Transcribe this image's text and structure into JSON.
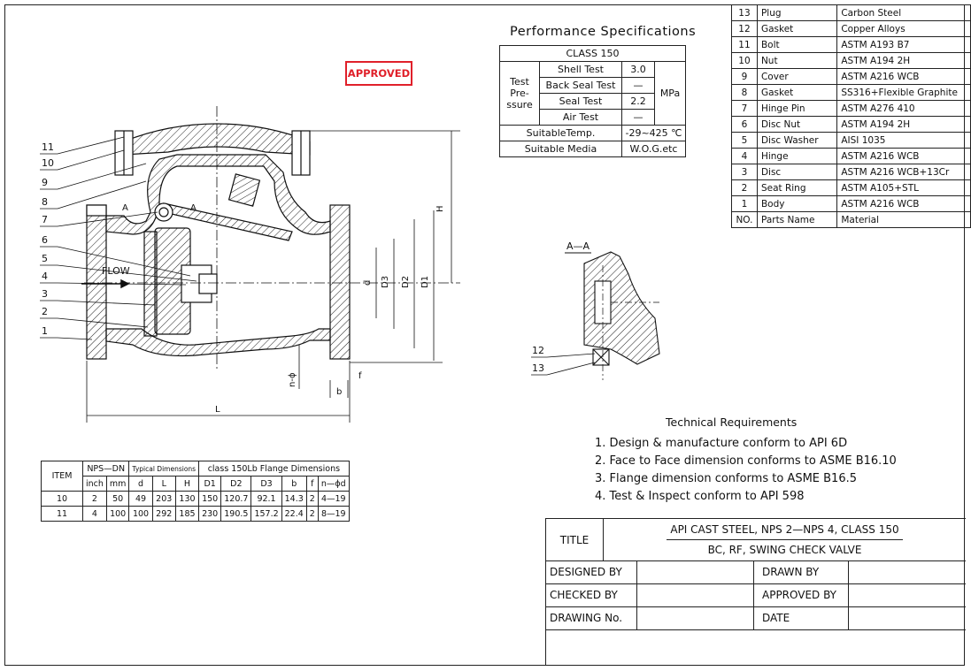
{
  "stamp": "APPROVED",
  "performance": {
    "title": "Performance Specifications",
    "class_label": "CLASS 150",
    "test_pressure_label": "Test Pre-ssure",
    "unit": "MPa",
    "tests": [
      {
        "name": "Shell Test",
        "value": "3.0"
      },
      {
        "name": "Back Seal Test",
        "value": "—"
      },
      {
        "name": "Seal Test",
        "value": "2.2"
      },
      {
        "name": "Air Test",
        "value": "—"
      }
    ],
    "suitable_temp_label": "SuitableTemp.",
    "suitable_temp_value": "-29~425 ℃",
    "suitable_media_label": "Suitable Media",
    "suitable_media_value": "W.O.G.etc"
  },
  "parts": {
    "rows": [
      {
        "no": "13",
        "name": "Plug",
        "material": "Carbon Steel"
      },
      {
        "no": "12",
        "name": "Gasket",
        "material": "Copper Alloys"
      },
      {
        "no": "11",
        "name": "Bolt",
        "material": "ASTM A193 B7"
      },
      {
        "no": "10",
        "name": "Nut",
        "material": "ASTM A194 2H"
      },
      {
        "no": "9",
        "name": "Cover",
        "material": "ASTM A216 WCB"
      },
      {
        "no": "8",
        "name": "Gasket",
        "material": "SS316+Flexible Graphite"
      },
      {
        "no": "7",
        "name": "Hinge Pin",
        "material": "ASTM A276 410"
      },
      {
        "no": "6",
        "name": "Disc Nut",
        "material": "ASTM A194 2H"
      },
      {
        "no": "5",
        "name": "Disc Washer",
        "material": "AISI 1035"
      },
      {
        "no": "4",
        "name": "Hinge",
        "material": "ASTM A216 WCB"
      },
      {
        "no": "3",
        "name": "Disc",
        "material": "ASTM A216 WCB+13Cr"
      },
      {
        "no": "2",
        "name": "Seat Ring",
        "material": "ASTM A105+STL"
      },
      {
        "no": "1",
        "name": "Body",
        "material": "ASTM A216 WCB"
      }
    ],
    "header": {
      "no": "NO.",
      "name": "Parts Name",
      "material": "Material"
    }
  },
  "drawing": {
    "flow_label": "FLOW",
    "section_label": "A",
    "section_view_label": "A—A",
    "balloons_main": [
      "11",
      "10",
      "9",
      "8",
      "7",
      "6",
      "5",
      "4",
      "3",
      "2",
      "1"
    ],
    "balloons_section": [
      "12",
      "13"
    ],
    "dim_labels": {
      "H": "H",
      "D1": "D1",
      "D2": "D2",
      "D3": "D3",
      "d": "d",
      "L": "L",
      "b": "b",
      "f": "f",
      "n_phi_d": "n-ϕ"
    }
  },
  "dimensions": {
    "headers": {
      "item": "ITEM",
      "nps_dn": "NPS—DN",
      "typical": "Typical Dimensions",
      "flange": "class 150Lb Flange Dimensions",
      "cols": [
        "inch",
        "mm",
        "d",
        "L",
        "H",
        "D1",
        "D2",
        "D3",
        "b",
        "f",
        "n—ϕd"
      ]
    },
    "rows": [
      {
        "item": "10",
        "cells": [
          "2",
          "50",
          "49",
          "203",
          "130",
          "150",
          "120.7",
          "92.1",
          "14.3",
          "2",
          "4—19"
        ]
      },
      {
        "item": "11",
        "cells": [
          "4",
          "100",
          "100",
          "292",
          "185",
          "230",
          "190.5",
          "157.2",
          "22.4",
          "2",
          "8—19"
        ]
      }
    ]
  },
  "technical": {
    "title": "Technical Requirements",
    "items": [
      "1. Design & manufacture conform to API 6D",
      "2. Face to Face dimension conforms to ASME B16.10",
      "3. Flange dimension conforms to ASME B16.5",
      "4. Test & Inspect conform to API 598"
    ]
  },
  "title_block": {
    "title_label": "TITLE",
    "title_line1": "API CAST STEEL, NPS 2—NPS 4, CLASS 150",
    "title_line2": "BC, RF, SWING CHECK VALVE",
    "designed_by": "DESIGNED BY",
    "drawn_by": "DRAWN BY",
    "checked_by": "CHECKED  BY",
    "approved_by": "APPROVED BY",
    "drawing_no": "DRAWING No.",
    "date": "DATE"
  }
}
